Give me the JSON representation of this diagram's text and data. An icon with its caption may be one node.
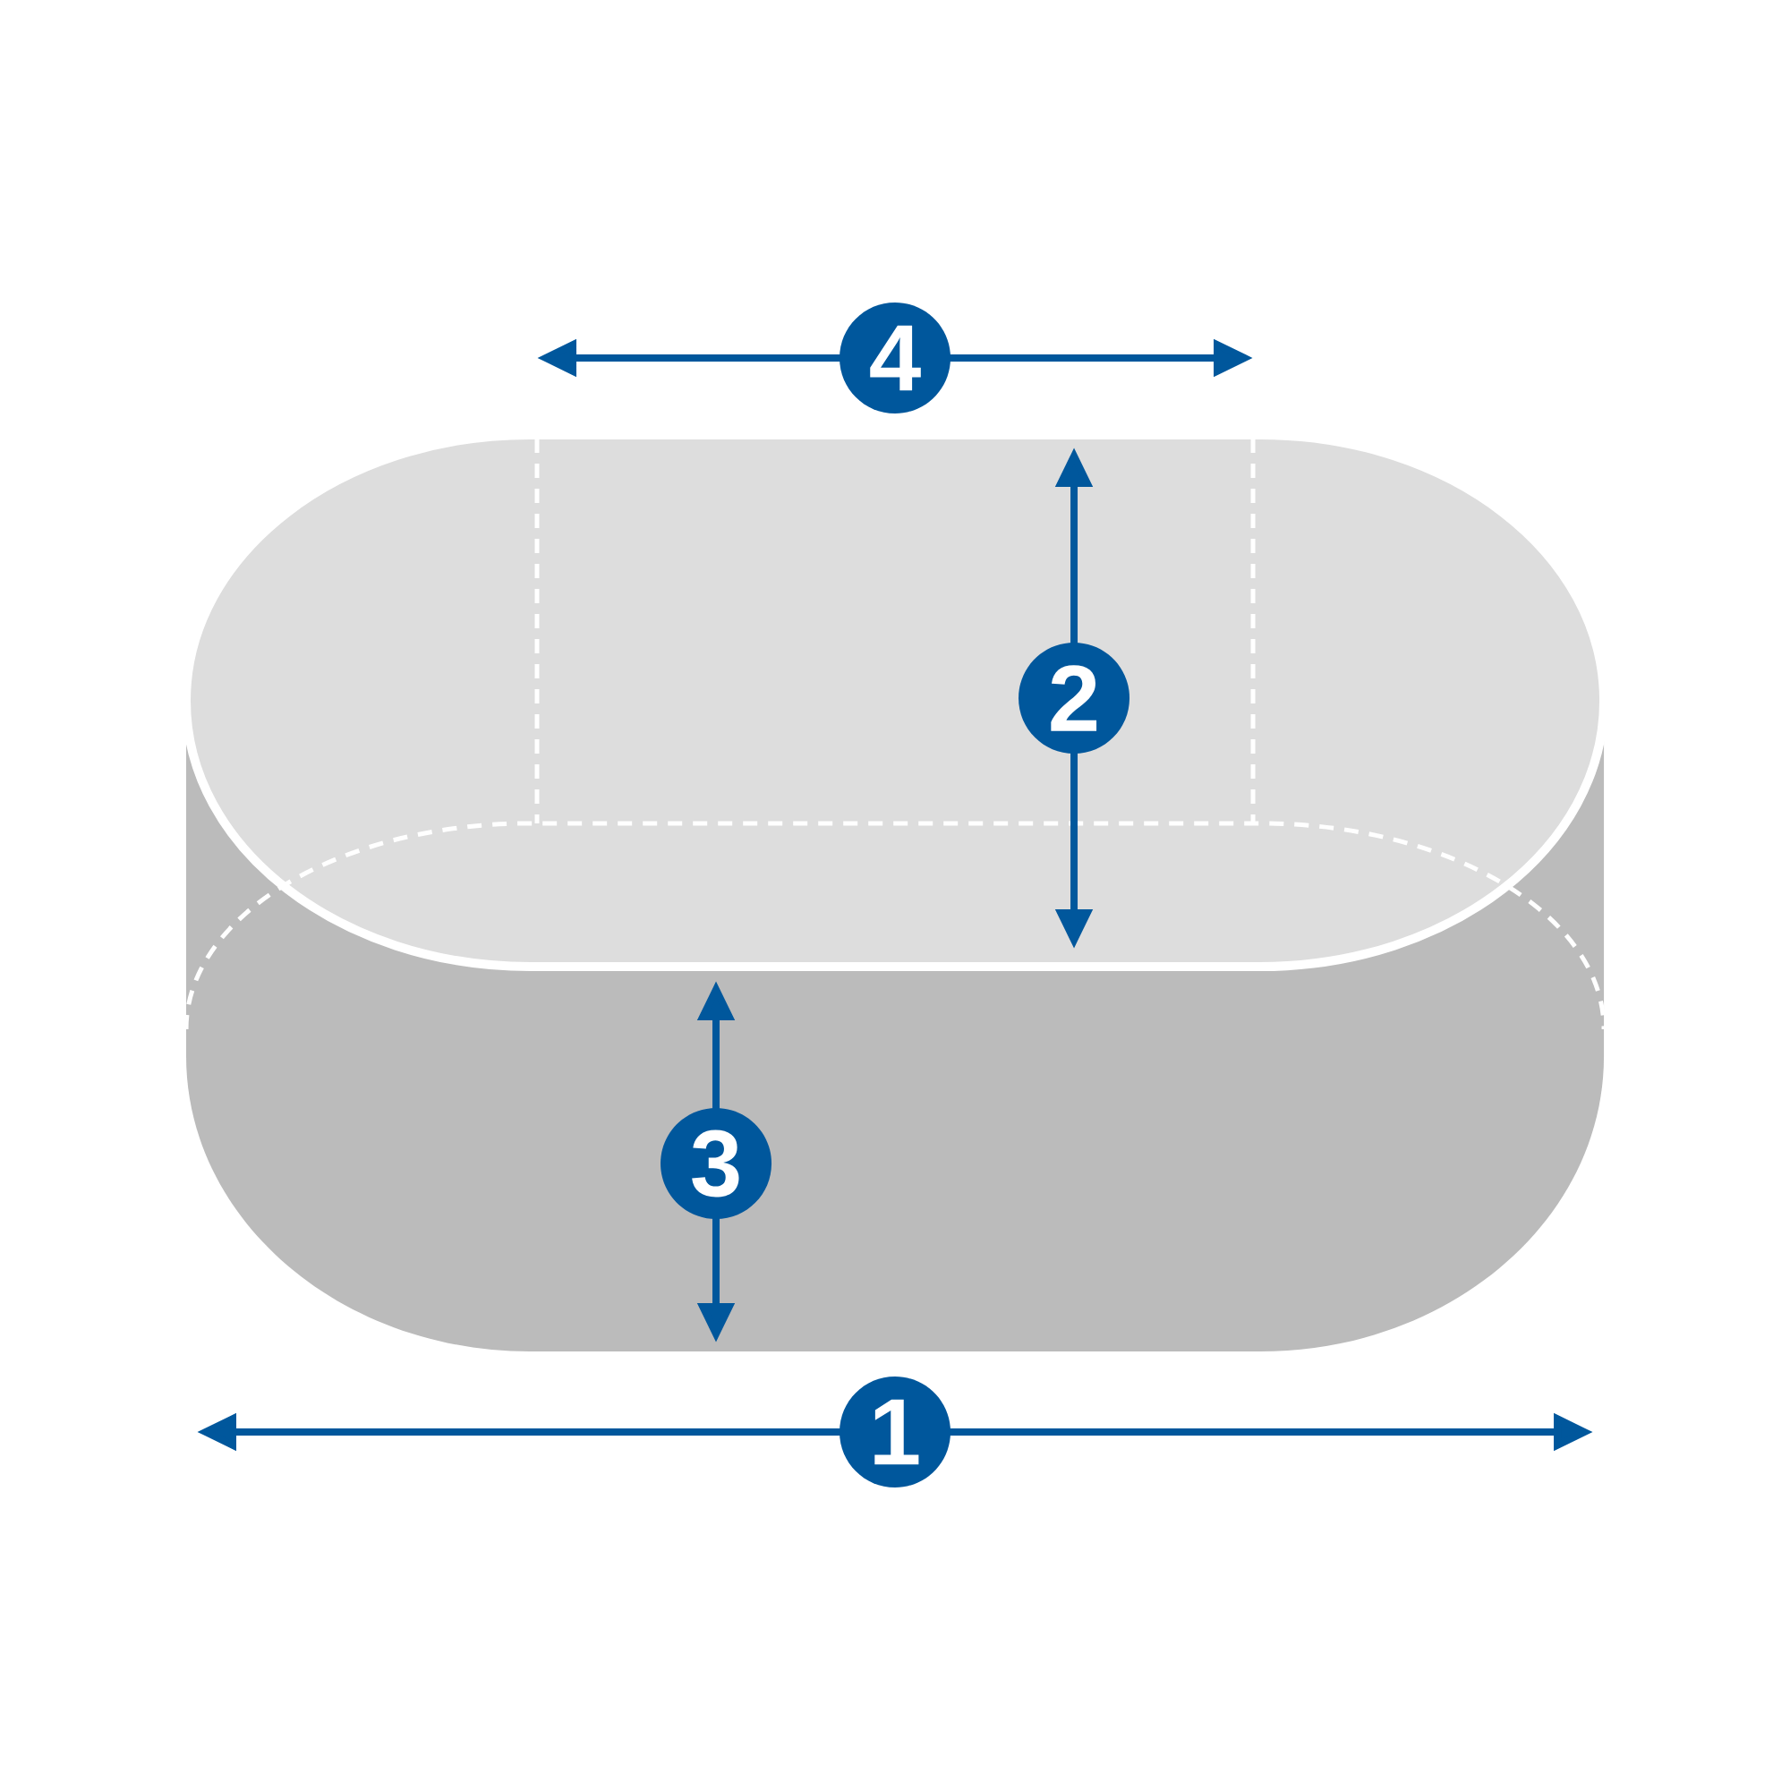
{
  "diagram": {
    "labels": [
      "4",
      "2",
      "3",
      "1"
    ]
  }
}
